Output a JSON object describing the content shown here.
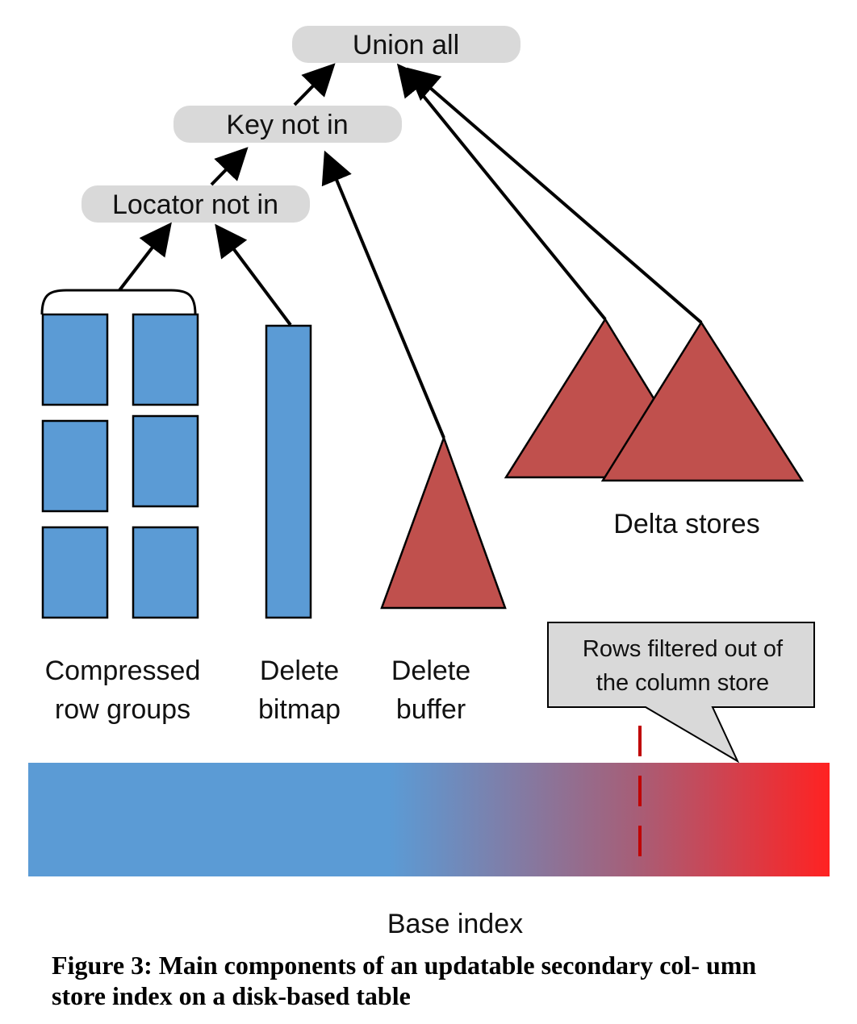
{
  "nodes": {
    "union_all": "Union all",
    "key_not_in": "Key not in",
    "locator_not_in": "Locator not in"
  },
  "labels": {
    "compressed_row_groups": [
      "Compressed",
      "row groups"
    ],
    "delete_bitmap": [
      "Delete",
      "bitmap"
    ],
    "delete_buffer": [
      "Delete",
      "buffer"
    ],
    "delta_stores": "Delta stores",
    "base_index": "Base index"
  },
  "callout": [
    "Rows filtered out of",
    "the column store"
  ],
  "caption": "Figure 3: Main components of an updatable secondary col- umn store index on a disk-based table",
  "colors": {
    "node_fill": "#d9d9d9",
    "blue": "#5b9bd5",
    "red_shape": "#c0504d",
    "gradient_end": "#ff2222",
    "dash": "#c00000",
    "callout_fill": "#d9d9d9"
  }
}
